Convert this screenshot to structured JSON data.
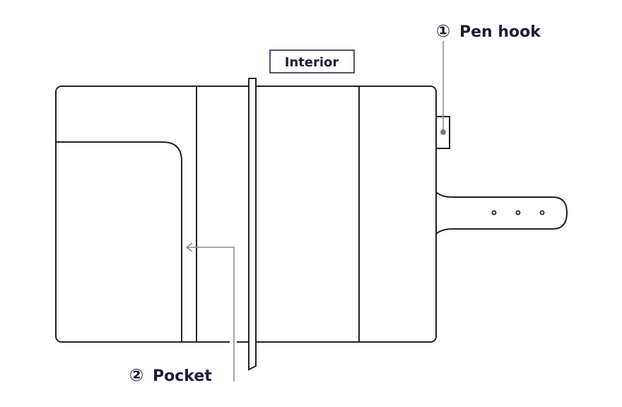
{
  "title_box": "Interior",
  "callouts": [
    {
      "number": "①",
      "label": "Pen hook"
    },
    {
      "number": "②",
      "label": "Pocket"
    }
  ],
  "colors": {
    "ink": "#1f1c3a",
    "outline": "#222222",
    "leader": "#8a8898"
  }
}
